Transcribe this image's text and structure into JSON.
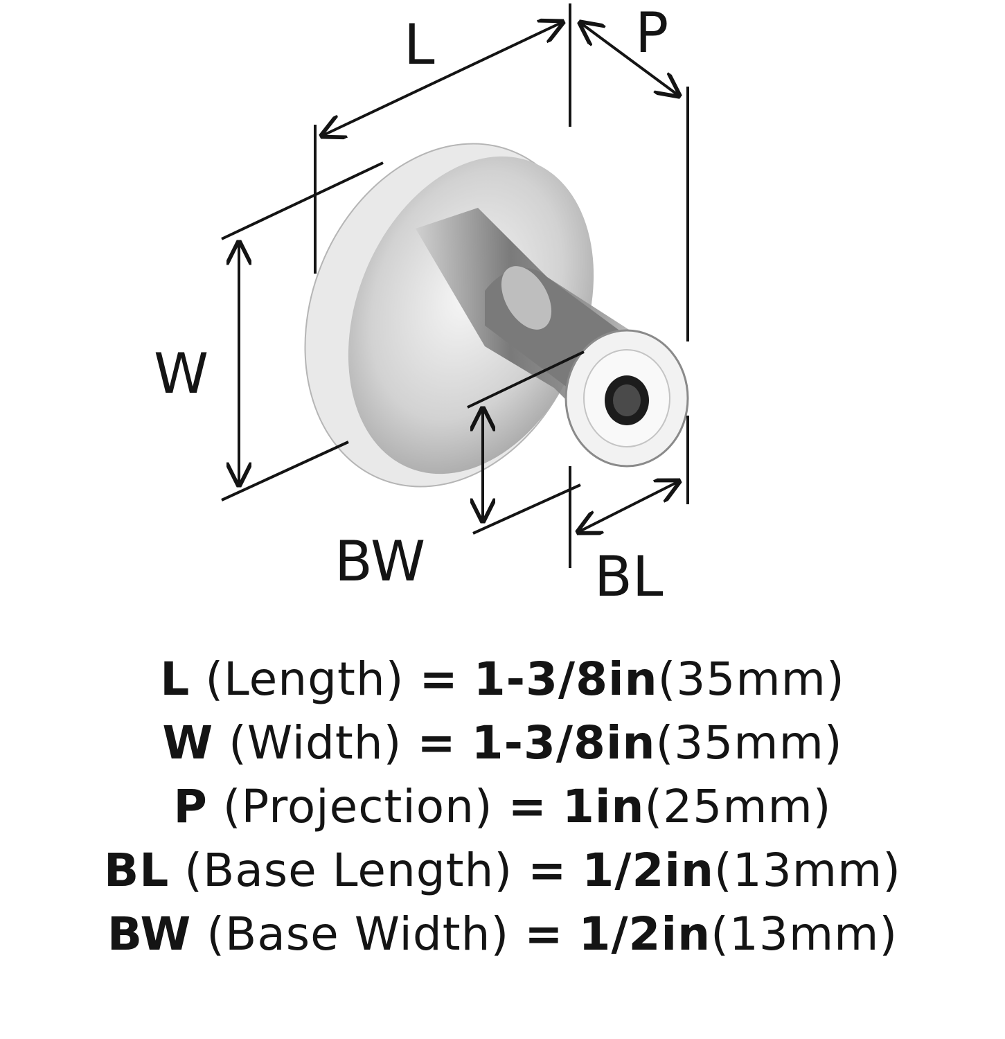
{
  "diagram": {
    "labels": {
      "L": "L",
      "P": "P",
      "W": "W",
      "BW": "BW",
      "BL": "BL"
    }
  },
  "specs": [
    {
      "code": "L",
      "name": "(Length)",
      "eq": "=",
      "inch": "1-3/8in",
      "mm": "(35mm)"
    },
    {
      "code": "W",
      "name": "(Width)",
      "eq": "=",
      "inch": "1-3/8in",
      "mm": "(35mm)"
    },
    {
      "code": "P",
      "name": "(Projection)",
      "eq": "=",
      "inch": "1in",
      "mm": "(25mm)"
    },
    {
      "code": "BL",
      "name": "(Base Length)",
      "eq": "=",
      "inch": "1/2in",
      "mm": "(13mm)"
    },
    {
      "code": "BW",
      "name": "(Base Width)",
      "eq": "=",
      "inch": "1/2in",
      "mm": "(13mm)"
    }
  ]
}
